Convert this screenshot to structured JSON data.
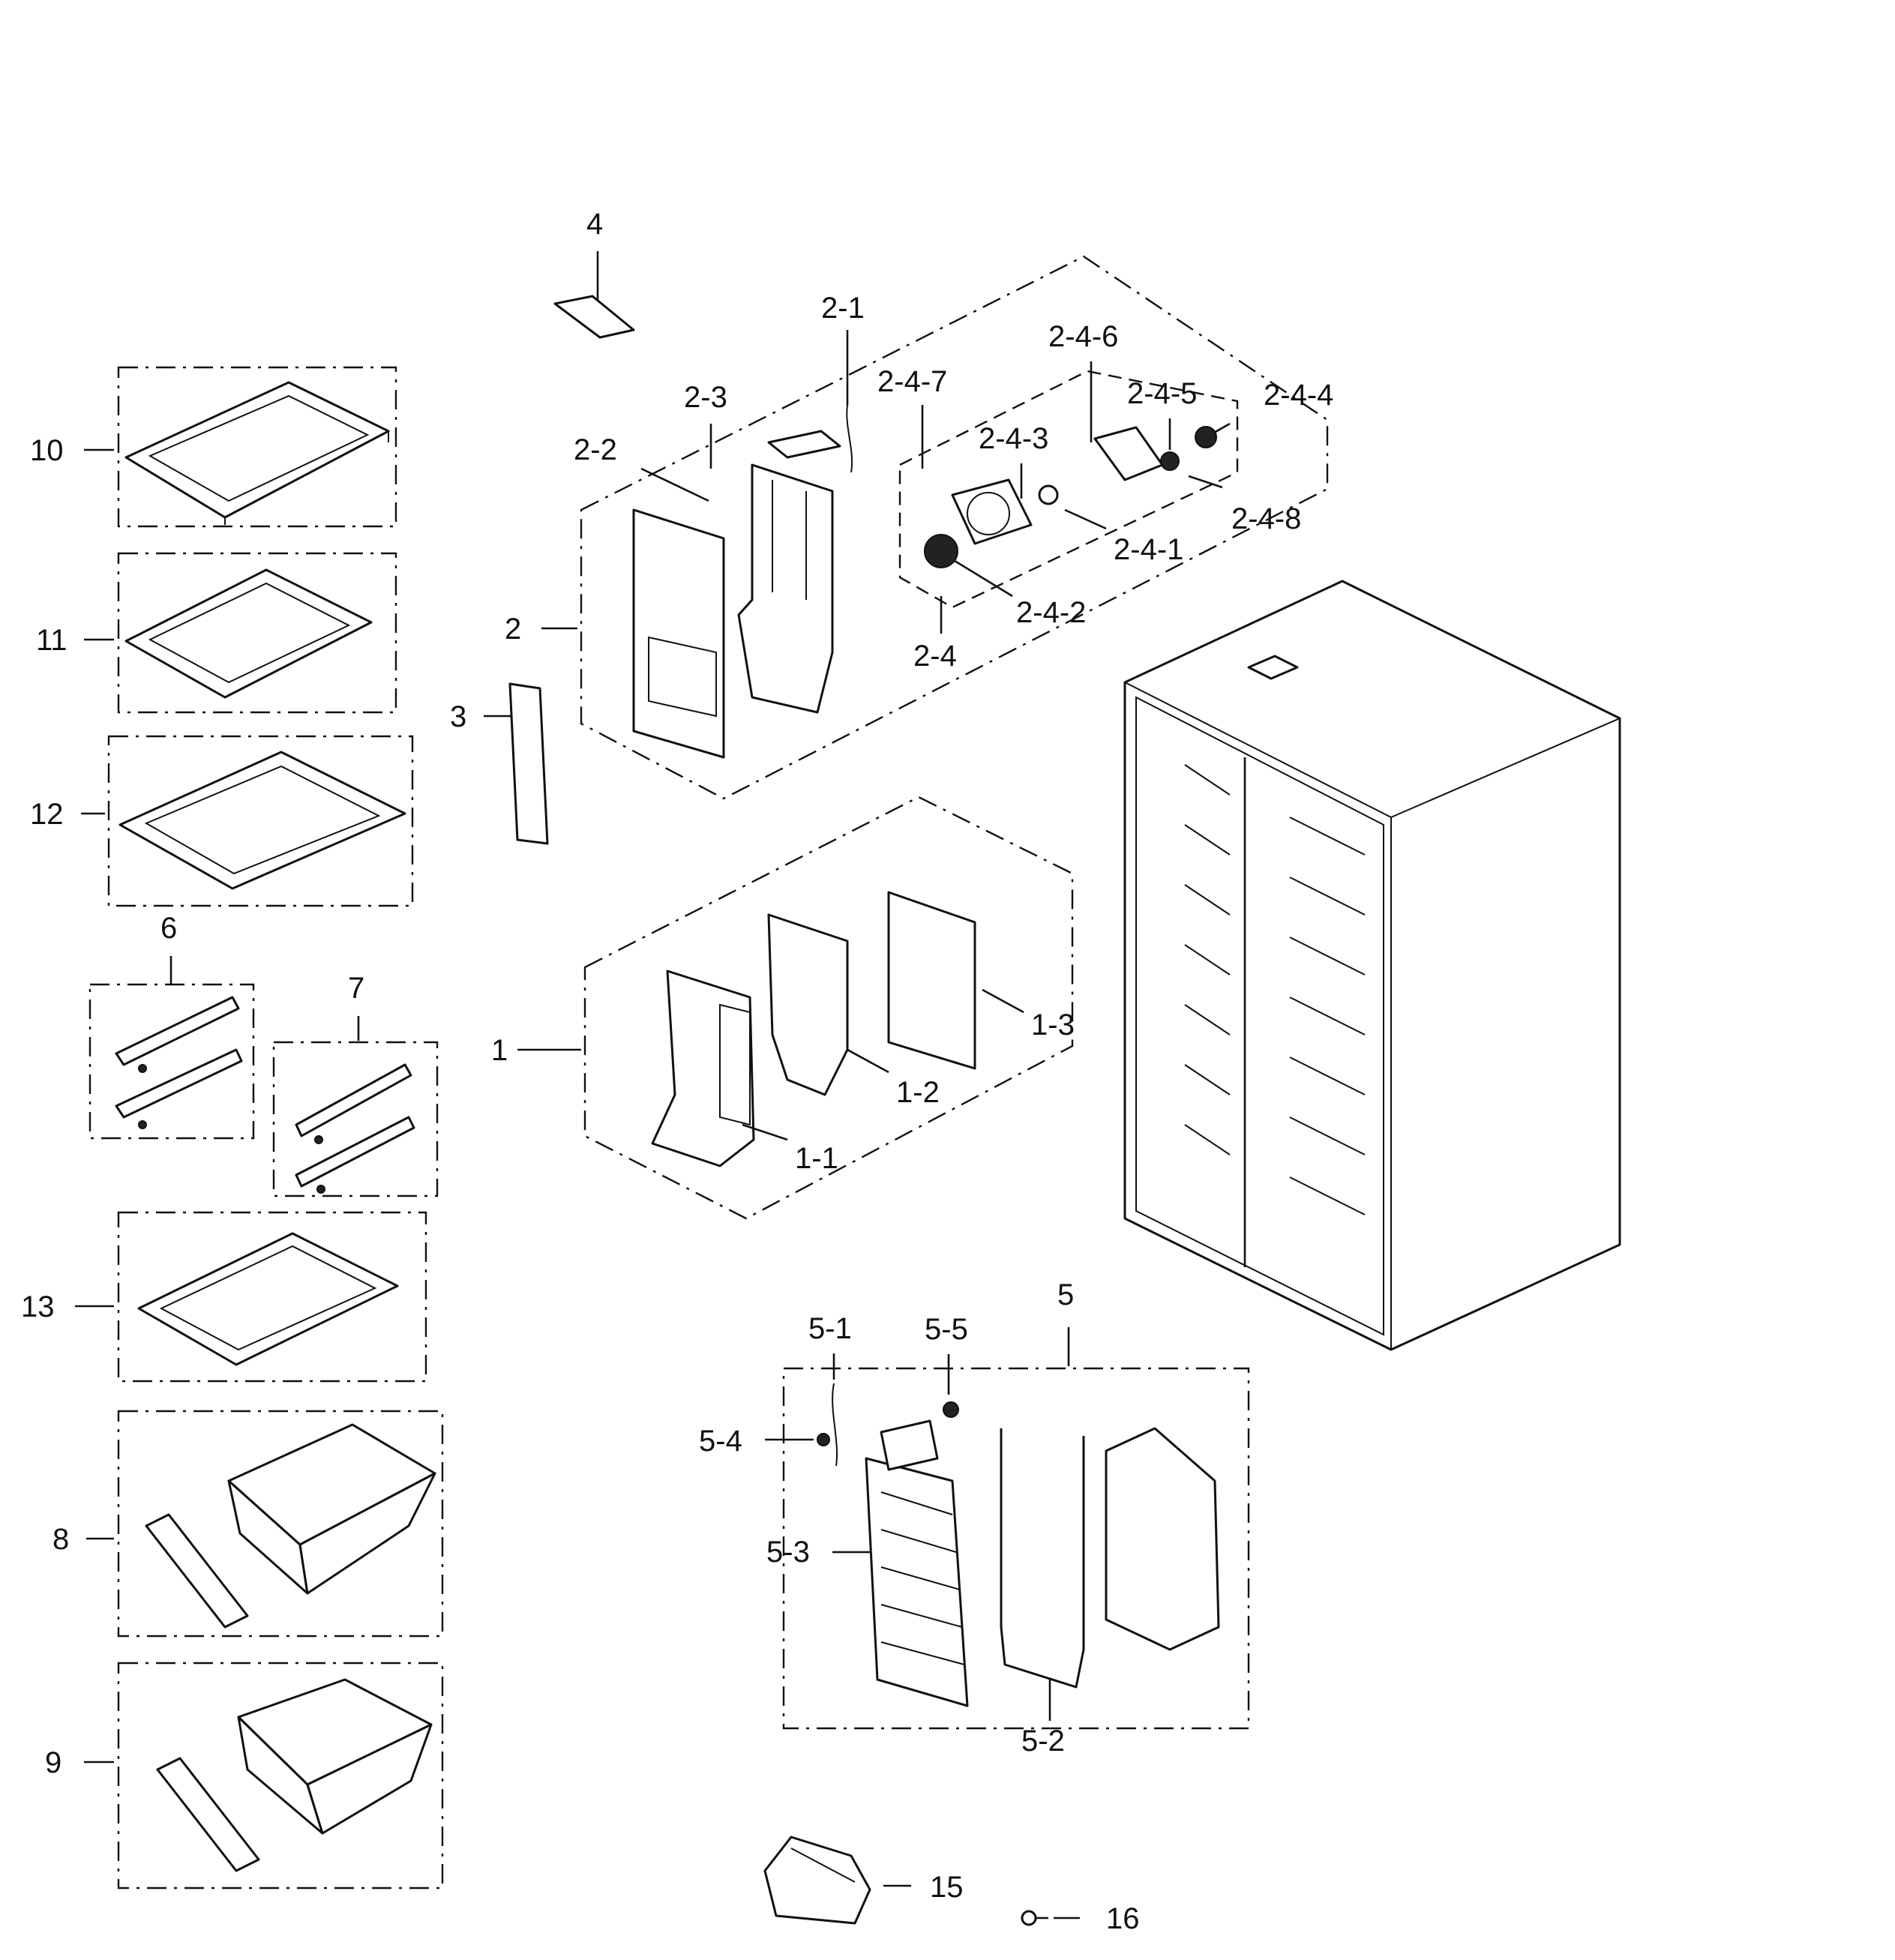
{
  "diagram": {
    "callouts": {
      "p4": "4",
      "p2_1": "2-1",
      "p2_3": "2-3",
      "p2_2": "2-2",
      "p2": "2",
      "p3": "3",
      "p2_4_6": "2-4-6",
      "p2_4_7": "2-4-7",
      "p2_4_5": "2-4-5",
      "p2_4_4": "2-4-4",
      "p2_4_3": "2-4-3",
      "p2_4_8": "2-4-8",
      "p2_4_1": "2-4-1",
      "p2_4_2": "2-4-2",
      "p2_4": "2-4",
      "p10": "10",
      "p11": "11",
      "p12": "12",
      "p6": "6",
      "p7": "7",
      "p13": "13",
      "p8": "8",
      "p9": "9",
      "p1": "1",
      "p1_1": "1-1",
      "p1_2": "1-2",
      "p1_3": "1-3",
      "p5": "5",
      "p5_1": "5-1",
      "p5_5": "5-5",
      "p5_4": "5-4",
      "p5_3": "5-3",
      "p5_2": "5-2",
      "p15": "15",
      "p16": "16"
    },
    "icons": [
      "cabinet-icon",
      "shelf-icon",
      "drawer-icon",
      "evaporator-icon",
      "fan-motor-icon",
      "duct-cover-icon",
      "rail-icon",
      "bin-icon",
      "screw-icon"
    ]
  }
}
